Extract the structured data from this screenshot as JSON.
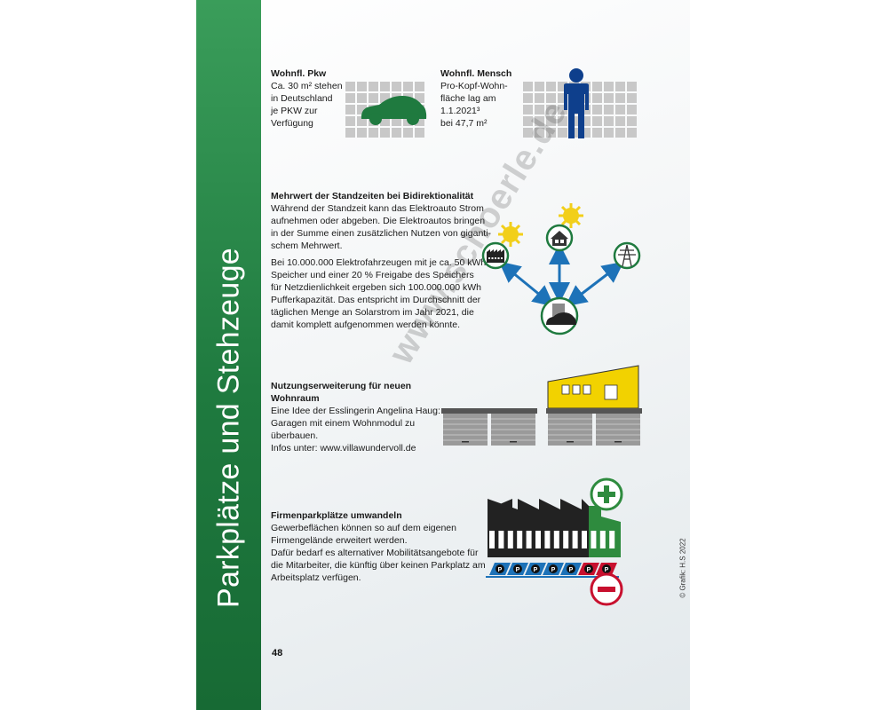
{
  "sidebar": {
    "title": "Parkplätze und Stehzeuge"
  },
  "sections": {
    "pkw": {
      "heading": "Wohnfl. Pkw",
      "lines": [
        "Ca. 30 m² stehen",
        "in Deutschland",
        "je PKW zur",
        "Verfügung"
      ]
    },
    "mensch": {
      "heading": "Wohnfl. Mensch",
      "lines": [
        "Pro-Kopf-Wohn-",
        "fläche lag am",
        "1.1.2021³",
        "bei 47,7 m²"
      ]
    },
    "bidi": {
      "heading": "Mehrwert der Standzeiten bei Bidirektionalität",
      "para1": [
        "Während der Standzeit kann das Elektroauto Strom",
        "aufnehmen oder abgeben. Die Elektroautos bringen",
        "in der Summe einen zusätzlichen Nutzen von giganti-",
        "schem Mehrwert."
      ],
      "para2": [
        "Bei 10.000.000 Elektrofahrzeugen mit je ca. 50 kWh",
        "Speicher und einer 20 % Freigabe des Speichers",
        "für Netzdienlichkeit ergeben sich 100.000.000 kWh",
        "Pufferkapazität. Das entspricht im Durchschnitt der",
        "täglichen Menge an Solarstrom im Jahr 2021, die",
        "damit komplett aufgenommen werden könnte."
      ]
    },
    "nutzung": {
      "heading": [
        "Nutzungserweiterung für neuen",
        "Wohnraum"
      ],
      "lines": [
        "Eine Idee der Esslingerin Angelina Haug:",
        "Garagen mit einem Wohnmodul zu",
        "überbauen.",
        "Infos unter: www.villawundervoll.de"
      ]
    },
    "firmen": {
      "heading": "Firmenparkplätze umwandeln",
      "lines": [
        "Gewerbeflächen können so auf dem eigenen",
        "Firmengelände erweitert werden.",
        "Dafür bedarf es alternativer Mobilitätsangebote für",
        "die Mitarbeiter, die künftig über keinen Parkplatz am",
        "Arbeitsplatz verfügen."
      ],
      "parking_letter": "P",
      "plus": "+",
      "minus": "−"
    }
  },
  "credit": "© Grafik: H.S 2022",
  "page_number": "48",
  "watermark": "www.schoerle.de",
  "colors": {
    "sidebar": "#1f7a3f",
    "car": "#1f7a3f",
    "person": "#0e3f8c",
    "grid": "#c8c8c8",
    "arrow": "#1d72b8",
    "sun": "#f2cf1a",
    "house": "#f2d200",
    "minus": "#c8102e",
    "plus": "#2e8b3e",
    "parking": "#1d72b8"
  }
}
